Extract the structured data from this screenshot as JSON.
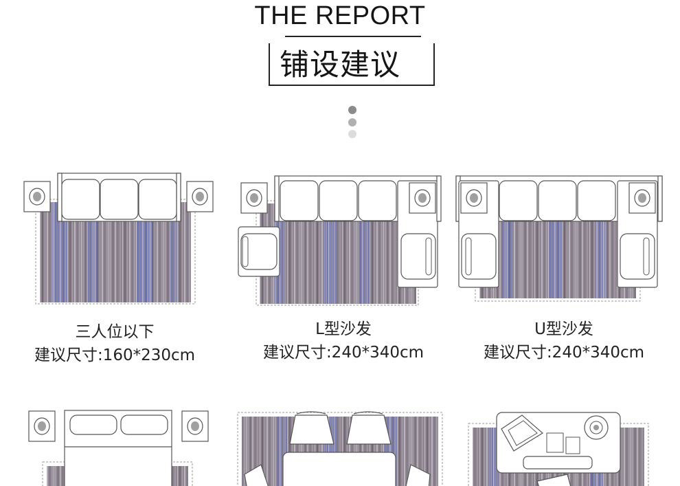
{
  "header": {
    "title_en": "THE REPORT",
    "title_cn": "铺设建议",
    "dot_colors": [
      "#8a8a8a",
      "#b0b0b0",
      "#dcdcdc"
    ]
  },
  "layouts": [
    {
      "name": "三人位以下",
      "size": "建议尺寸:160*230cm"
    },
    {
      "name": "L型沙发",
      "size": "建议尺寸:240*340cm"
    },
    {
      "name": "U型沙发",
      "size": "建议尺寸:240*340cm"
    }
  ],
  "colors": {
    "rug_base": "#8e8590",
    "rug_blue": "#6e7fd9",
    "furniture_stroke": "#555555"
  }
}
